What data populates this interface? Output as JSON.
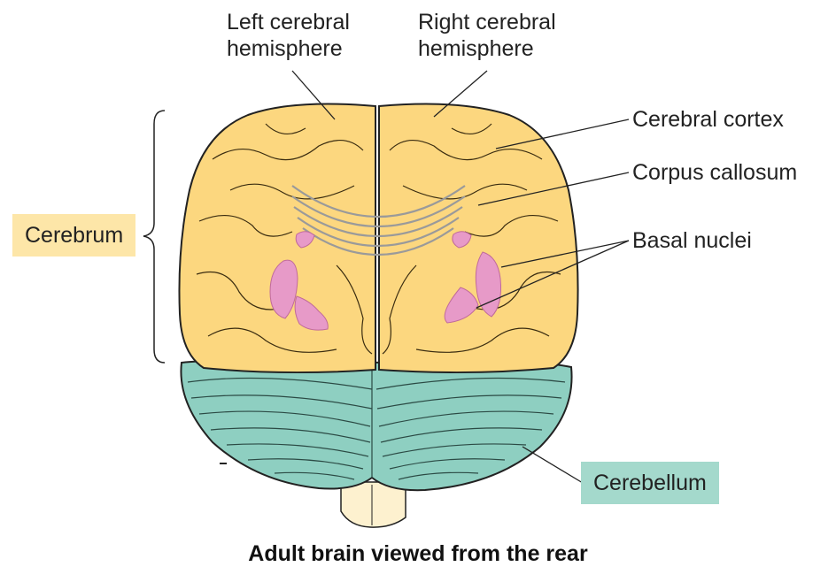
{
  "labels": {
    "left_hemisphere": [
      "Left cerebral",
      "hemisphere"
    ],
    "right_hemisphere": [
      "Right cerebral",
      "hemisphere"
    ],
    "cerebral_cortex": "Cerebral cortex",
    "corpus_callosum": "Corpus callosum",
    "basal_nuclei": "Basal nuclei",
    "cerebrum": "Cerebrum",
    "cerebellum": "Cerebellum"
  },
  "caption": "Adult brain viewed from the rear",
  "colors": {
    "cerebrum_fill": "#fcd77f",
    "cerebrum_box": "#fde6a8",
    "cerebellum_fill": "#8ecfc1",
    "cerebellum_box": "#a4d9cc",
    "basal_nuclei": "#e79ac8",
    "brainstem": "#fdf1cf",
    "outline": "#222222"
  }
}
